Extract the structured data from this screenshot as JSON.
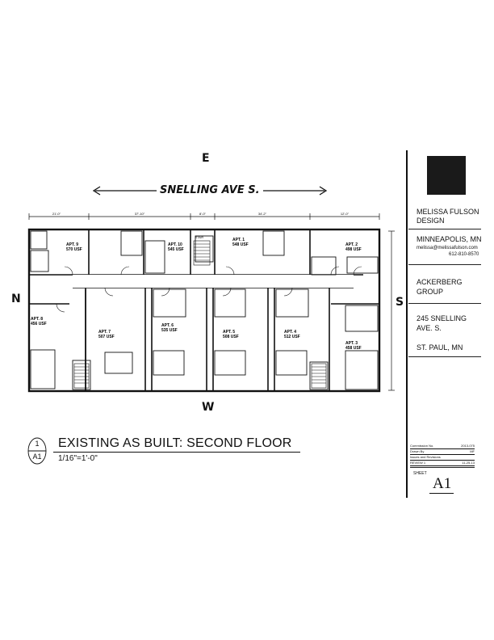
{
  "compass": {
    "north": "N",
    "south": "S",
    "east": "E",
    "west": "W"
  },
  "street": {
    "label": "SNELLING AVE S."
  },
  "dimensions_top": [
    "21'-0\"",
    "37'-10\"",
    "8'-0\"",
    "34'-2\"",
    "12'-0\""
  ],
  "stair_label": "STAIR",
  "apartments": [
    {
      "name": "APT. 9",
      "area": "570 USF"
    },
    {
      "name": "APT. 10",
      "area": "545 USF"
    },
    {
      "name": "APT. 1",
      "area": "548 USF"
    },
    {
      "name": "APT. 2",
      "area": "498 USF"
    },
    {
      "name": "APT. 8",
      "area": "456 USF"
    },
    {
      "name": "APT. 7",
      "area": "507 USF"
    },
    {
      "name": "APT. 6",
      "area": "535 USF"
    },
    {
      "name": "APT. 5",
      "area": "508 USF"
    },
    {
      "name": "APT. 4",
      "area": "512 USF"
    },
    {
      "name": "APT. 3",
      "area": "458 USF"
    }
  ],
  "drawing_title": {
    "number": "1",
    "sheet_ref": "A1",
    "title": "EXISTING AS BUILT: SECOND FLOOR",
    "scale": "1/16\"=1'-0\""
  },
  "title_block": {
    "firm_line1": "MELISSA FULSON",
    "firm_line2": "DESIGN",
    "city": "MINNEAPOLIS, MN",
    "email": "melissa@melissafulson.com",
    "phone": "612-810-8570",
    "client_line1": "ACKERBERG",
    "client_line2": "GROUP",
    "address_line1": "245 SNELLING",
    "address_line2": "AVE. S.",
    "address_line3": "ST. PAUL, MN",
    "fields": [
      {
        "label": "Commission No.",
        "value": "2013-075"
      },
      {
        "label": "Drawn By",
        "value": "MF"
      },
      {
        "label": "Issues and Revisions",
        "value": ""
      },
      {
        "label": "REVIEW 1",
        "value": "11-25-13"
      }
    ],
    "sheet_label": "SHEET",
    "sheet_number": "A1"
  }
}
